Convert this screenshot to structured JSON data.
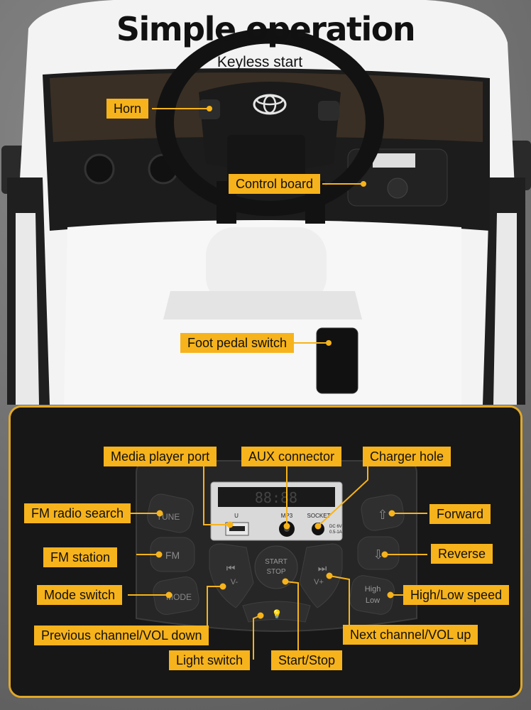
{
  "header": {
    "title": "Simple operation",
    "subtitle": "Keyless start"
  },
  "callouts": {
    "horn": "Horn",
    "control_board": "Control board",
    "foot_pedal_switch": "Foot pedal switch",
    "media_player_port": "Media player port",
    "aux_connector": "AUX connector",
    "charger_hole": "Charger hole",
    "fm_radio_search": "FM radio search",
    "forward": "Forward",
    "fm_station": "FM station",
    "reverse": "Reverse",
    "mode_switch": "Mode switch",
    "high_low_speed": "High/Low speed",
    "previous_channel": "Previous channel/VOL down",
    "next_channel": "Next channel/VOL up",
    "light_switch": "Light switch",
    "start_stop": "Start/Stop"
  },
  "panel": {
    "display": "88:88",
    "port_u": "U",
    "port_mp3": "MP3",
    "port_socket": "SOCKET",
    "socket_spec_1": "DC 6V",
    "socket_spec_2": "0.5-1A",
    "tune": "TUNE",
    "fm": "FM",
    "mode": "MODE",
    "start": "START",
    "stop": "STOP",
    "vol_down": "V-",
    "vol_up": "V+",
    "high": "High",
    "low": "Low"
  },
  "colors": {
    "accent": "#f7b31b",
    "car_body": "#f4f4f4",
    "dashboard": "#1c1c1c"
  }
}
